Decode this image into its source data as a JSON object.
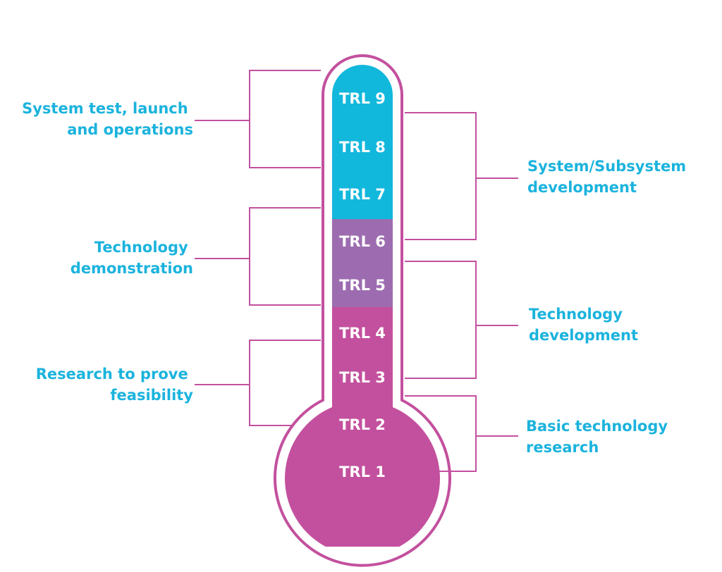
{
  "colors": {
    "cyan": "#12b7dc",
    "purple": "#9d6cb0",
    "magenta": "#c3509e",
    "outline": "#c3509e",
    "label": "#1bb3dd"
  },
  "levels": [
    {
      "id": "trl9",
      "label": "TRL 9",
      "band": "cyan"
    },
    {
      "id": "trl8",
      "label": "TRL 8",
      "band": "cyan"
    },
    {
      "id": "trl7",
      "label": "TRL 7",
      "band": "cyan"
    },
    {
      "id": "trl6",
      "label": "TRL 6",
      "band": "purple"
    },
    {
      "id": "trl5",
      "label": "TRL 5",
      "band": "purple"
    },
    {
      "id": "trl4",
      "label": "TRL 4",
      "band": "magenta"
    },
    {
      "id": "trl3",
      "label": "TRL 3",
      "band": "magenta"
    },
    {
      "id": "trl2",
      "label": "TRL 2",
      "band": "magenta"
    },
    {
      "id": "trl1",
      "label": "TRL 1",
      "band": "magenta"
    }
  ],
  "left_groups": [
    {
      "id": "system-test",
      "lines": [
        "System test, launch",
        "and operations"
      ]
    },
    {
      "id": "technology-demonstration",
      "lines": [
        "Technology",
        "demonstration"
      ]
    },
    {
      "id": "research-feasibility",
      "lines": [
        "Research to prove",
        "feasibility"
      ]
    }
  ],
  "right_groups": [
    {
      "id": "system-subsystem-development",
      "lines": [
        "System/Subsystem",
        "development"
      ]
    },
    {
      "id": "technology-development",
      "lines": [
        "Technology",
        "development"
      ]
    },
    {
      "id": "basic-technology-research",
      "lines": [
        "Basic technology",
        "research"
      ]
    }
  ]
}
